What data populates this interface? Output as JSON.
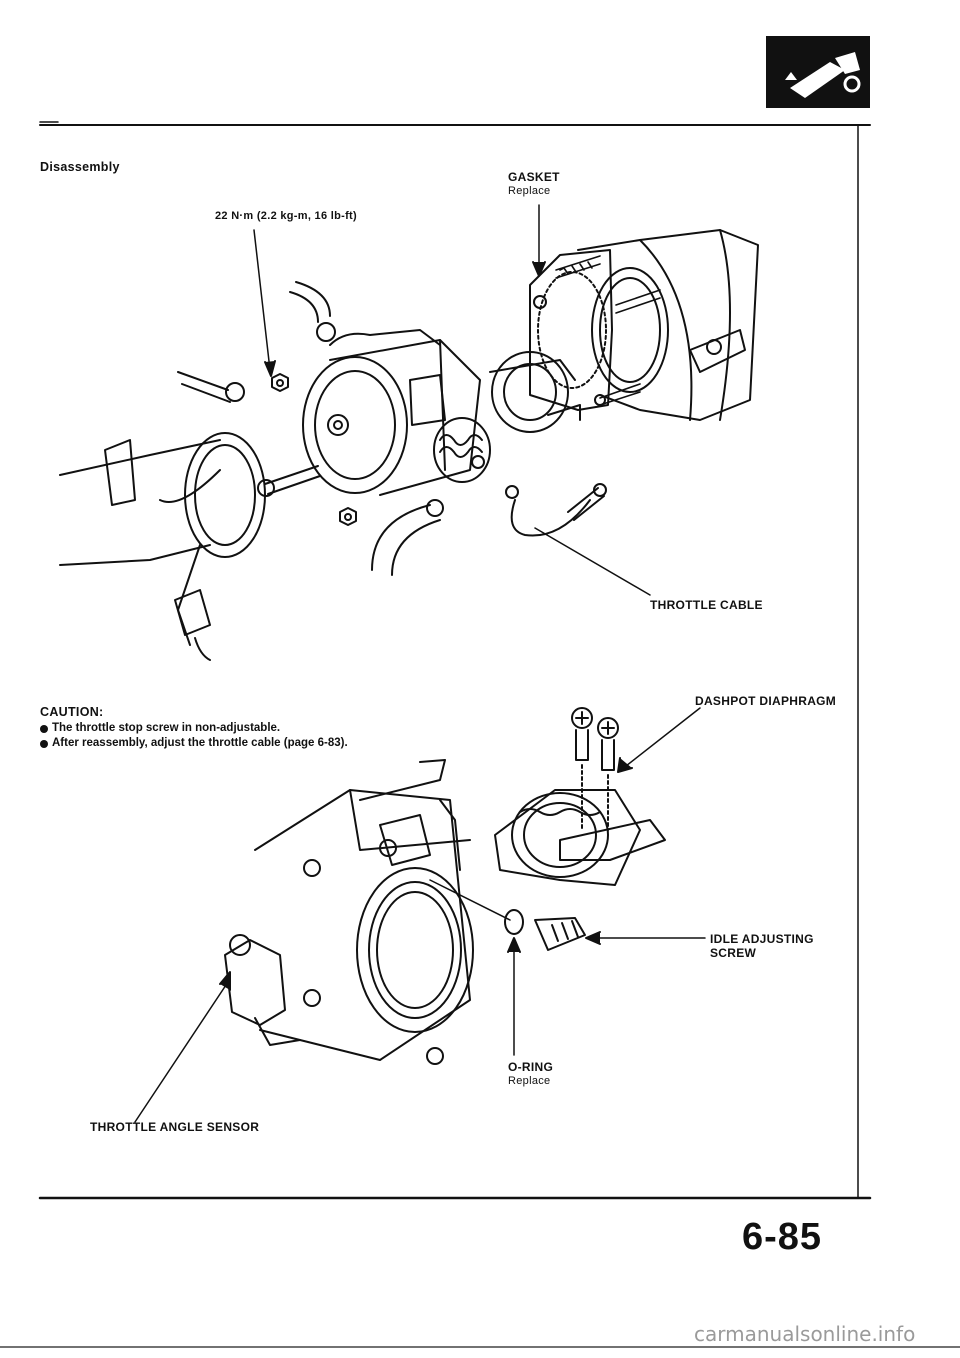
{
  "section_title": "Disassembly",
  "labels": {
    "gasket": "GASKET",
    "gasket_note": "Replace",
    "torque": "22 N·m (2.2 kg-m, 16 lb-ft)",
    "throttle_cable": "THROTTLE CABLE",
    "dashpot_diaphragm": "DASHPOT DIAPHRAGM",
    "idle_adjusting_screw_1": "IDLE ADJUSTING",
    "idle_adjusting_screw_2": "SCREW",
    "o_ring": "O-RING",
    "o_ring_note": "Replace",
    "throttle_angle_sensor": "THROTTLE ANGLE SENSOR"
  },
  "caution": {
    "title": "CAUTION:",
    "items": [
      "The throttle stop screw in non-adjustable.",
      "After reassembly, adjust the throttle cable (page 6-83)."
    ]
  },
  "page_number": "6-85",
  "watermark": "carmanualsonline.info"
}
